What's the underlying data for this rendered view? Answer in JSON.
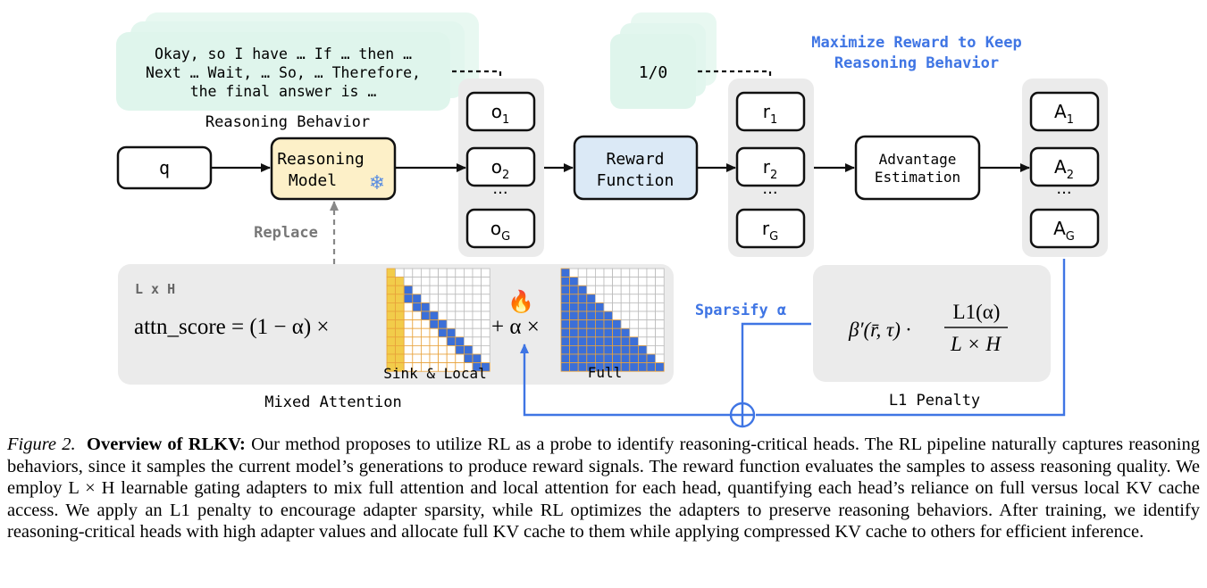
{
  "figure": {
    "reasoning_bubble": {
      "line1": "Okay, so I have … If … then …",
      "line2": "Next … Wait, … So, … Therefore,",
      "line3": "the final answer is …"
    },
    "reasoning_behavior_label": "Reasoning Behavior",
    "reward_bubble_text": "1/0",
    "maximize_line1": "Maximize Reward to Keep",
    "maximize_line2": "Reasoning Behavior",
    "query_label": "q",
    "model_line1": "Reasoning",
    "model_line2": "Model",
    "snowflake_glyph": "❄",
    "outputs": [
      {
        "base": "o",
        "sub": "1"
      },
      {
        "base": "o",
        "sub": "2"
      },
      {
        "base": "o",
        "sub": "G"
      }
    ],
    "rewards": [
      {
        "base": "r",
        "sub": "1"
      },
      {
        "base": "r",
        "sub": "2"
      },
      {
        "base": "r",
        "sub": "G"
      }
    ],
    "advantages": [
      {
        "base": "A",
        "sub": "1"
      },
      {
        "base": "A",
        "sub": "2"
      },
      {
        "base": "A",
        "sub": "G"
      }
    ],
    "ellipsis": "···",
    "reward_fn_line1": "Reward",
    "reward_fn_line2": "Function",
    "advantage_line1": "Advantage",
    "advantage_line2": "Estimation",
    "replace_label": "Replace",
    "lxh_label": "L x H",
    "attn_formula": {
      "lhs": "attn_score = (1 − α) ×",
      "plus": "+ α ×",
      "fire_glyph": "🔥"
    },
    "sink_local_label": "Sink & Local",
    "full_label": "Full",
    "mixed_attention_label": "Mixed Attention",
    "sparsify_label": "Sparsify α",
    "penalty_formula": {
      "lhs": "β′(r̄, τ) ·",
      "numerator": "L1(α)",
      "denominator": "L × H"
    },
    "l1_penalty_label": "L1 Penalty",
    "oplus_icon": "circle-plus",
    "colors": {
      "bubble_green": "#dff5ec",
      "bubble_green_back": "#e8f8f1",
      "model_yellow": "#fdf0c8",
      "reward_blue": "#dbe9f6",
      "panel_gray": "#ebebeb",
      "accent_blue": "#3f75e4",
      "sink_yellow": "#f2cc4a",
      "cell_blue": "#3b6fd8",
      "cell_orange_border": "#e8a23b",
      "gray_text": "#777777"
    }
  },
  "caption": {
    "label": "Figure 2.",
    "title": "Overview of RLKV:",
    "body": " Our method proposes to utilize RL as a probe to identify reasoning-critical heads. The RL pipeline naturally captures reasoning behaviors, since it samples the current model’s generations to produce reward signals. The reward function evaluates the samples to assess reasoning quality. We employ L × H learnable gating adapters to mix full attention and local attention for each head, quantifying each head’s reliance on full versus local KV cache access. We apply an L1 penalty to encourage adapter sparsity, while RL optimizes the adapters to preserve reasoning behaviors. After training, we identify reasoning-critical heads with high adapter values and allocate full KV cache to them while applying compressed KV cache to others for efficient inference."
  }
}
